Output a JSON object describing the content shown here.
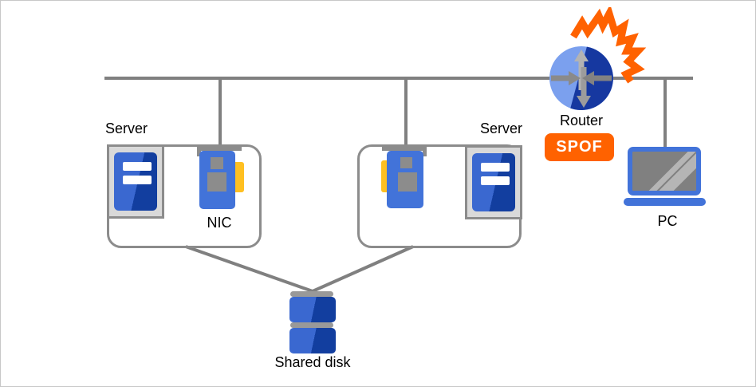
{
  "diagram": {
    "type": "network-topology",
    "nodes": {
      "server_left": {
        "label": "Server"
      },
      "server_right": {
        "label": "Server"
      },
      "nic": {
        "label": "NIC"
      },
      "router": {
        "label": "Router"
      },
      "spof": {
        "label": "SPOF"
      },
      "pc": {
        "label": "PC"
      },
      "shared_disk": {
        "label": "Shared disk"
      }
    },
    "edges": [
      {
        "from": "network-bus",
        "to": "nic-left"
      },
      {
        "from": "network-bus",
        "to": "nic-right"
      },
      {
        "from": "network-bus",
        "to": "router"
      },
      {
        "from": "network-bus",
        "to": "pc"
      },
      {
        "from": "server-group-left",
        "to": "shared-disk"
      },
      {
        "from": "server-group-right",
        "to": "shared-disk"
      }
    ],
    "colors": {
      "canvas_border": "#C8C8C8",
      "wire_gray": "#808080",
      "box_border": "#8C8C8C",
      "frame_gray": "#D9D9D9",
      "icon_blue": "#4273D9",
      "blue_light": "#3A68D0",
      "blue_dark": "#123E9F",
      "router_light": "#7BA0EE",
      "router_dark": "#1638A0",
      "alert_orange": "#FF6200",
      "nic_yellow": "#FFC021",
      "chip_gray": "#8C8C8C",
      "screen_gray": "#808080",
      "stripe_gray": "#B5B5B5",
      "disk_bar_gray": "#999999",
      "label_black": "#000000",
      "badge_white": "#FFFFFF"
    }
  }
}
